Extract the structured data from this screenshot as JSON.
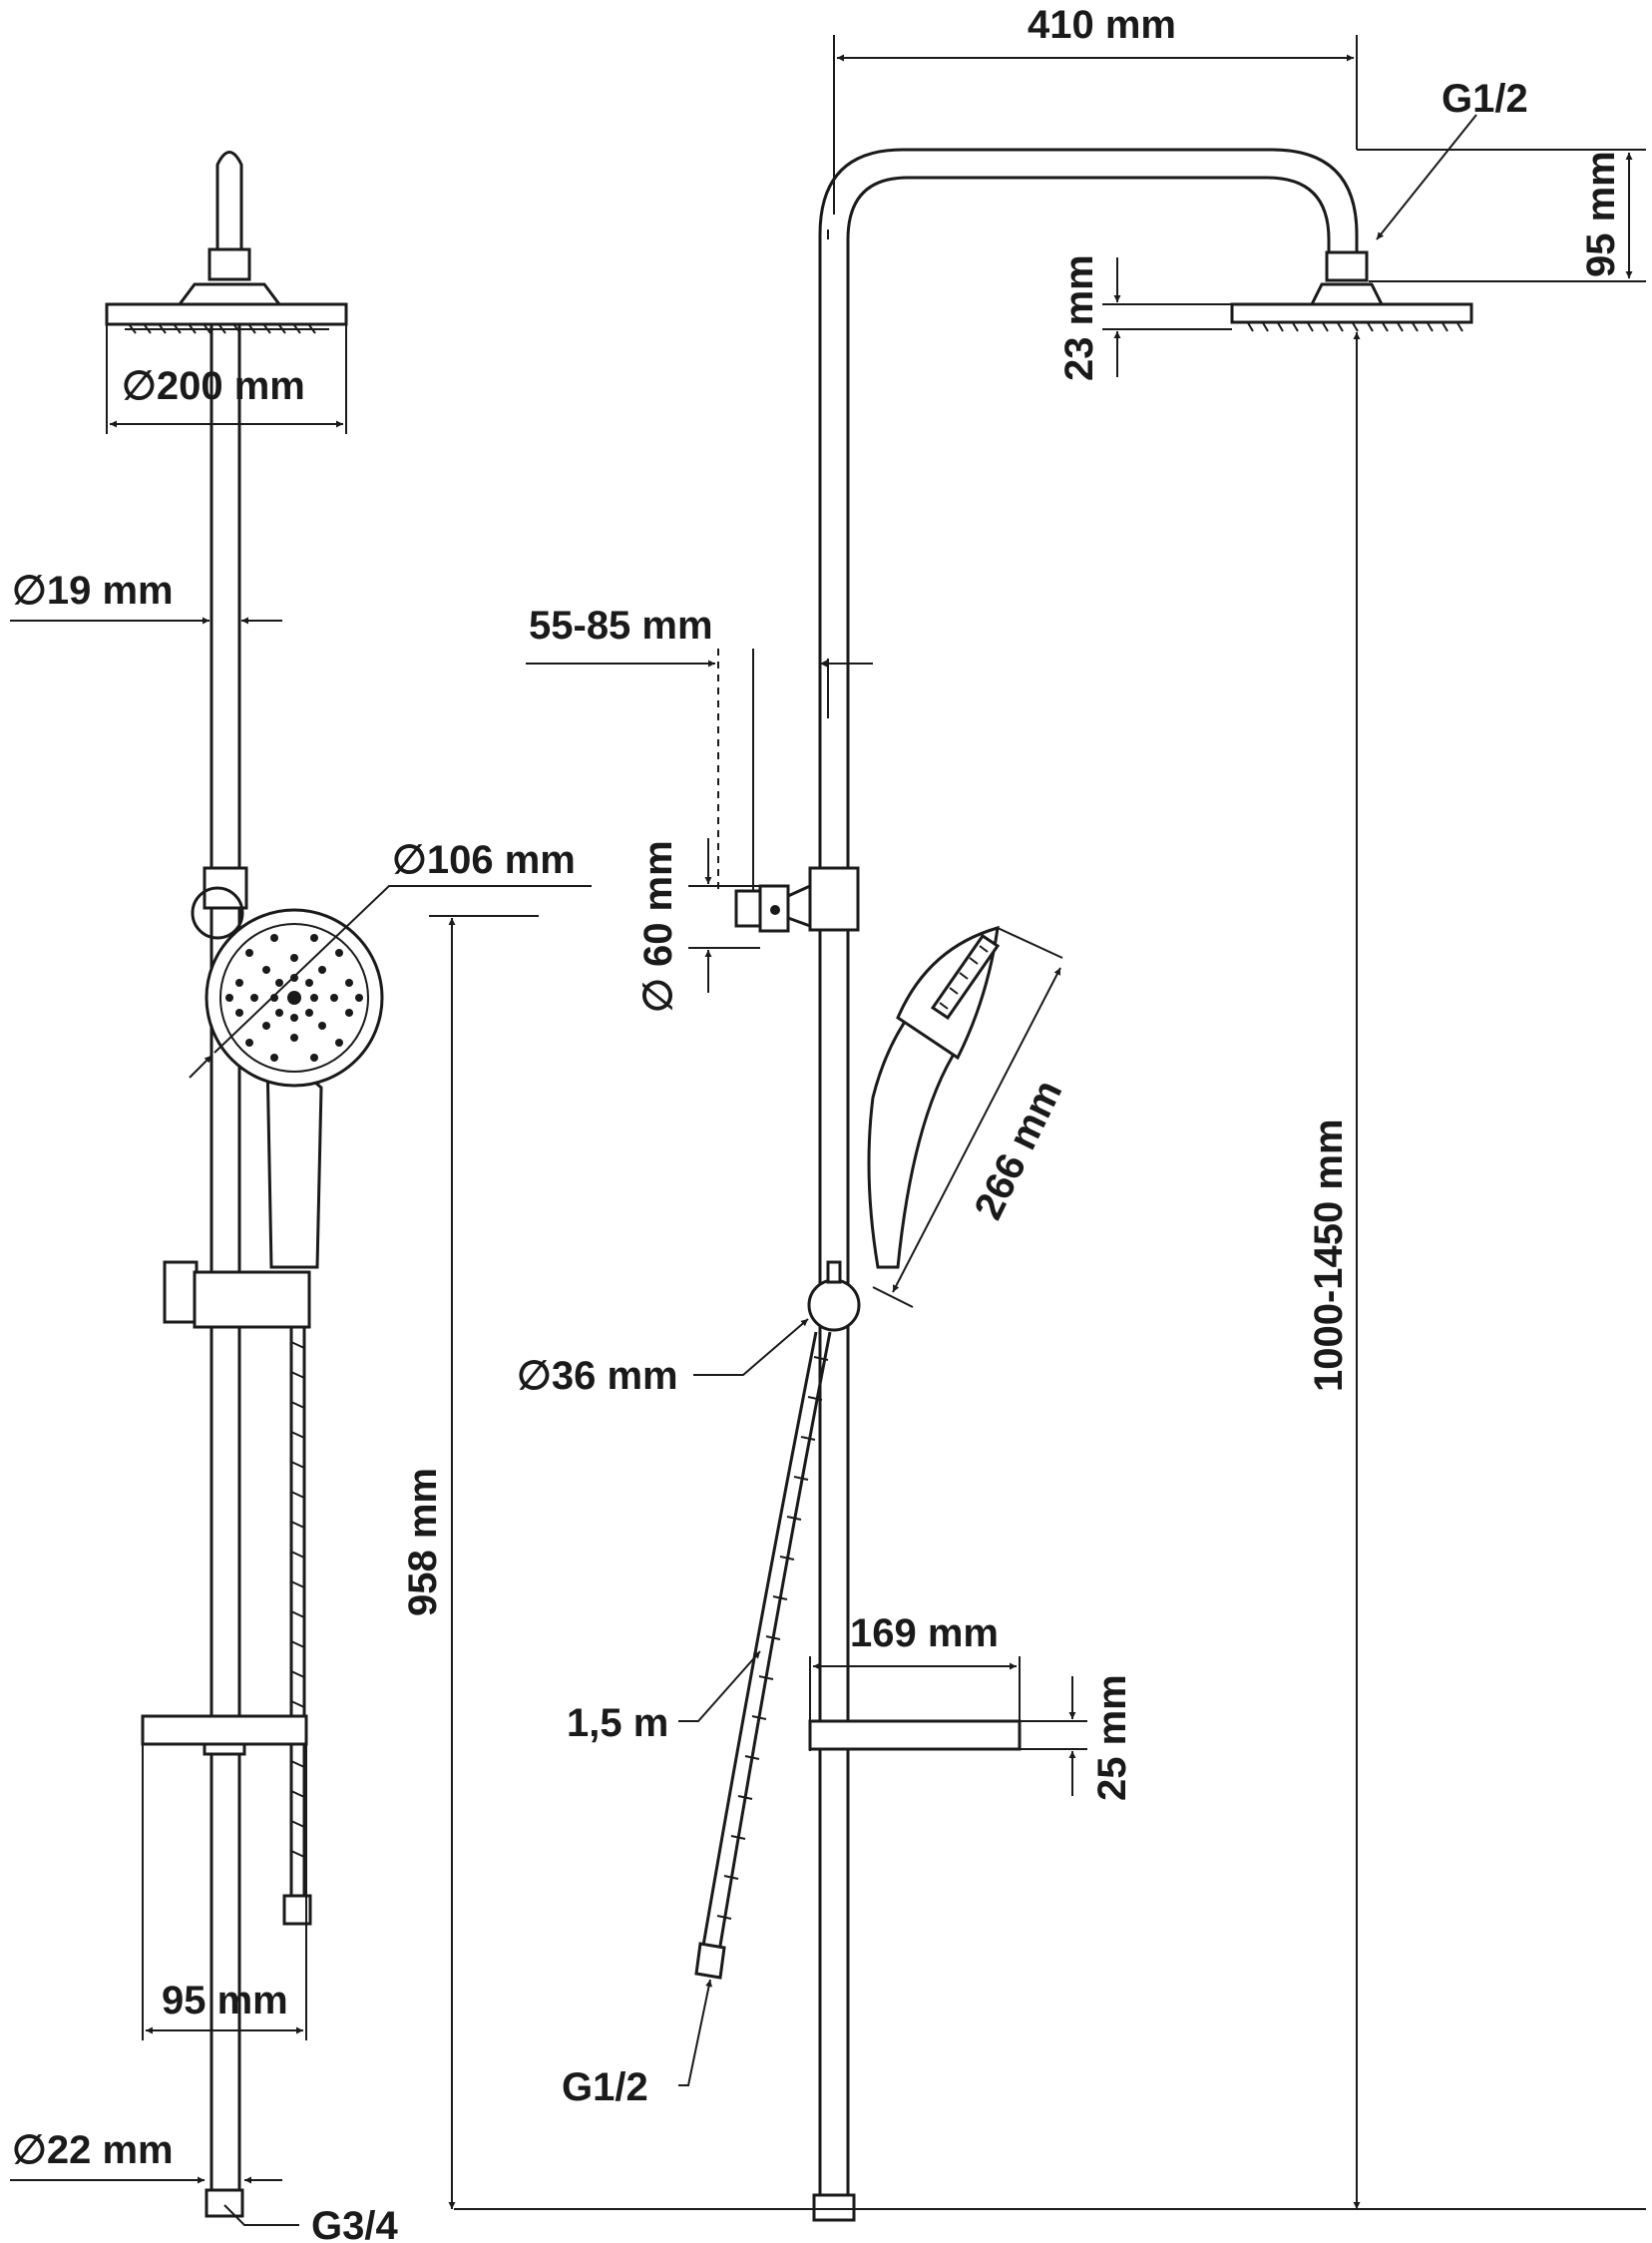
{
  "labels": {
    "width_410": "410 mm",
    "inlet_top": "G1/2",
    "height_95": "95 mm",
    "head_thickness": "23 mm",
    "head_diameter": "∅200 mm",
    "pipe_diameter": "∅19 mm",
    "wall_distance": "55-85 mm",
    "bracket_diameter": "∅ 60 mm",
    "hand_head_diameter": "∅106 mm",
    "hand_length": "266 mm",
    "total_height": "1000-1450 mm",
    "diverter_diameter": "∅36 mm",
    "slide_height": "958 mm",
    "shelf_depth": "169 mm",
    "shelf_thickness": "25 mm",
    "hose_length": "1,5 m",
    "hose_connector": "G1/2",
    "shelf_width": "95 mm",
    "bottom_pipe_diameter": "∅22 mm",
    "inlet_bottom": "G3/4"
  },
  "colors": {
    "line": "#1a1a1a",
    "background": "#ffffff"
  }
}
